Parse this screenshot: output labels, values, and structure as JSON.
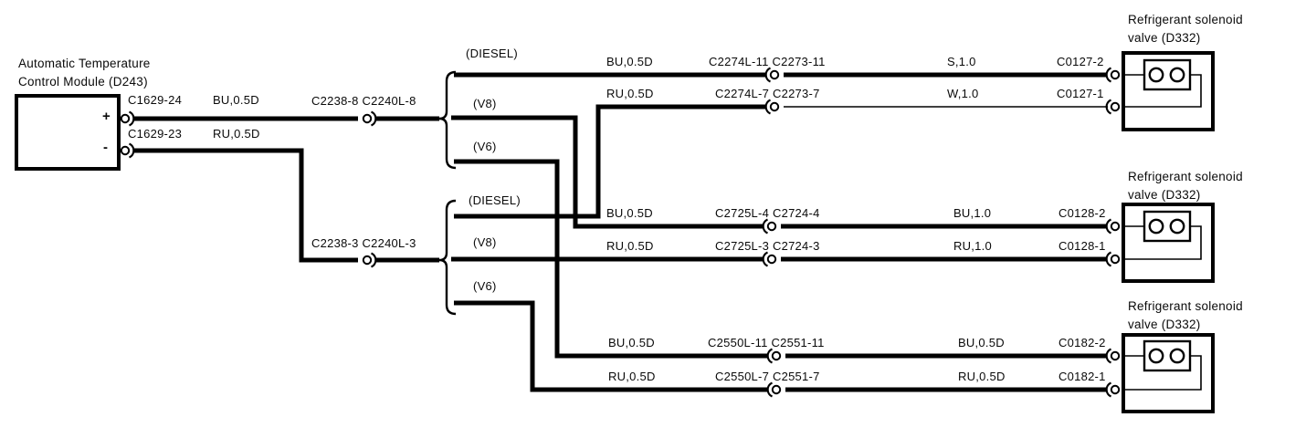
{
  "module": {
    "title1": "Automatic Temperature",
    "title2": "Control Module (D243)",
    "plus_label": "+",
    "minus_label": "-",
    "pin_top_connector": "C1629-24",
    "pin_top_wire": "BU,0.5D",
    "pin_bottom_connector": "C1629-23",
    "pin_bottom_wire": "RU,0.5D"
  },
  "splices": {
    "top_label": "C2238-8 C2240L-8",
    "bottom_label": "C2238-3 C2240L-3"
  },
  "branches": {
    "top": {
      "diesel": "(DIESEL)",
      "v8": "(V8)",
      "v6": "(V6)"
    },
    "bottom": {
      "diesel": "(DIESEL)",
      "v8": "(V8)",
      "v6": "(V6)"
    }
  },
  "rows": [
    {
      "wire_left": "BU,0.5D",
      "connector": "C2274L-11 C2273-11",
      "wire_right": "S,1.0",
      "pin": "C0127-2"
    },
    {
      "wire_left": "RU,0.5D",
      "connector": "C2274L-7 C2273-7",
      "wire_right": "W,1.0",
      "pin": "C0127-1"
    },
    {
      "wire_left": "BU,0.5D",
      "connector": "C2725L-4 C2724-4",
      "wire_right": "BU,1.0",
      "pin": "C0128-2"
    },
    {
      "wire_left": "RU,0.5D",
      "connector": "C2725L-3 C2724-3",
      "wire_right": "RU,1.0",
      "pin": "C0128-1"
    },
    {
      "wire_left": "BU,0.5D",
      "connector": "C2550L-11 C2551-11",
      "wire_right": "BU,0.5D",
      "pin": "C0182-2"
    },
    {
      "wire_left": "RU,0.5D",
      "connector": "C2550L-7 C2551-7",
      "wire_right": "RU,0.5D",
      "pin": "C0182-1"
    }
  ],
  "valves": [
    {
      "title1": "Refrigerant solenoid",
      "title2": "valve (D332)"
    },
    {
      "title1": "Refrigerant solenoid",
      "title2": "valve (D332)"
    },
    {
      "title1": "Refrigerant solenoid",
      "title2": "valve (D332)"
    }
  ],
  "colors": {
    "line": "#000000",
    "background": "#ffffff"
  }
}
